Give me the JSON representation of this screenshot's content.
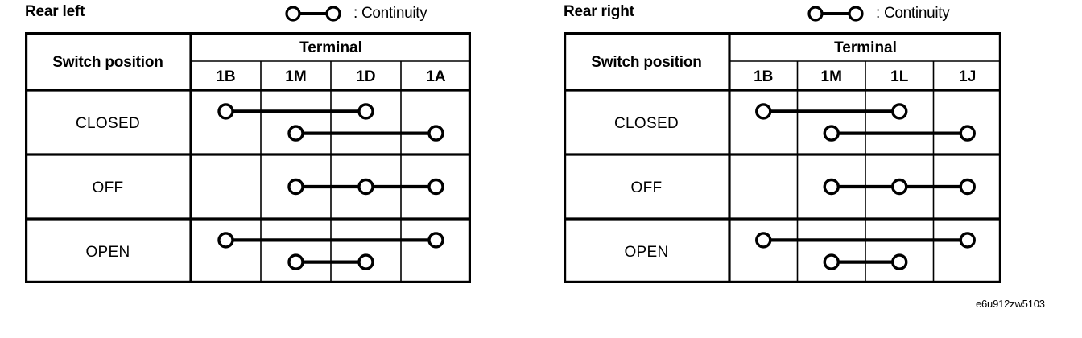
{
  "footer": {
    "code": "e6u912zw5103"
  },
  "legend": {
    "symbol": "continuity-symbol",
    "label": ": Continuity"
  },
  "panels": [
    {
      "id": "rear-left",
      "title": "Rear left",
      "headers": {
        "switch_position": "Switch position",
        "terminal": "Terminal",
        "terminals": [
          "1B",
          "1M",
          "1D",
          "1A"
        ]
      },
      "rows": [
        {
          "position": "CLOSED",
          "connections": [
            {
              "terminals": [
                "1B",
                "1D"
              ],
              "level": 0
            },
            {
              "terminals": [
                "1M",
                "1A"
              ],
              "level": 1
            }
          ]
        },
        {
          "position": "OFF",
          "connections": [
            {
              "terminals": [
                "1M",
                "1D",
                "1A"
              ],
              "level": 0.5
            }
          ]
        },
        {
          "position": "OPEN",
          "connections": [
            {
              "terminals": [
                "1B",
                "1A"
              ],
              "level": 0
            },
            {
              "terminals": [
                "1M",
                "1D"
              ],
              "level": 1
            }
          ]
        }
      ]
    },
    {
      "id": "rear-right",
      "title": "Rear right",
      "headers": {
        "switch_position": "Switch position",
        "terminal": "Terminal",
        "terminals": [
          "1B",
          "1M",
          "1L",
          "1J"
        ]
      },
      "rows": [
        {
          "position": "CLOSED",
          "connections": [
            {
              "terminals": [
                "1B",
                "1L"
              ],
              "level": 0
            },
            {
              "terminals": [
                "1M",
                "1J"
              ],
              "level": 1
            }
          ]
        },
        {
          "position": "OFF",
          "connections": [
            {
              "terminals": [
                "1M",
                "1L",
                "1J"
              ],
              "level": 0.5
            }
          ]
        },
        {
          "position": "OPEN",
          "connections": [
            {
              "terminals": [
                "1B",
                "1J"
              ],
              "level": 0
            },
            {
              "terminals": [
                "1M",
                "1L"
              ],
              "level": 1
            }
          ]
        }
      ]
    }
  ],
  "colors": {
    "ink": "#000000",
    "paper": "#ffffff"
  }
}
